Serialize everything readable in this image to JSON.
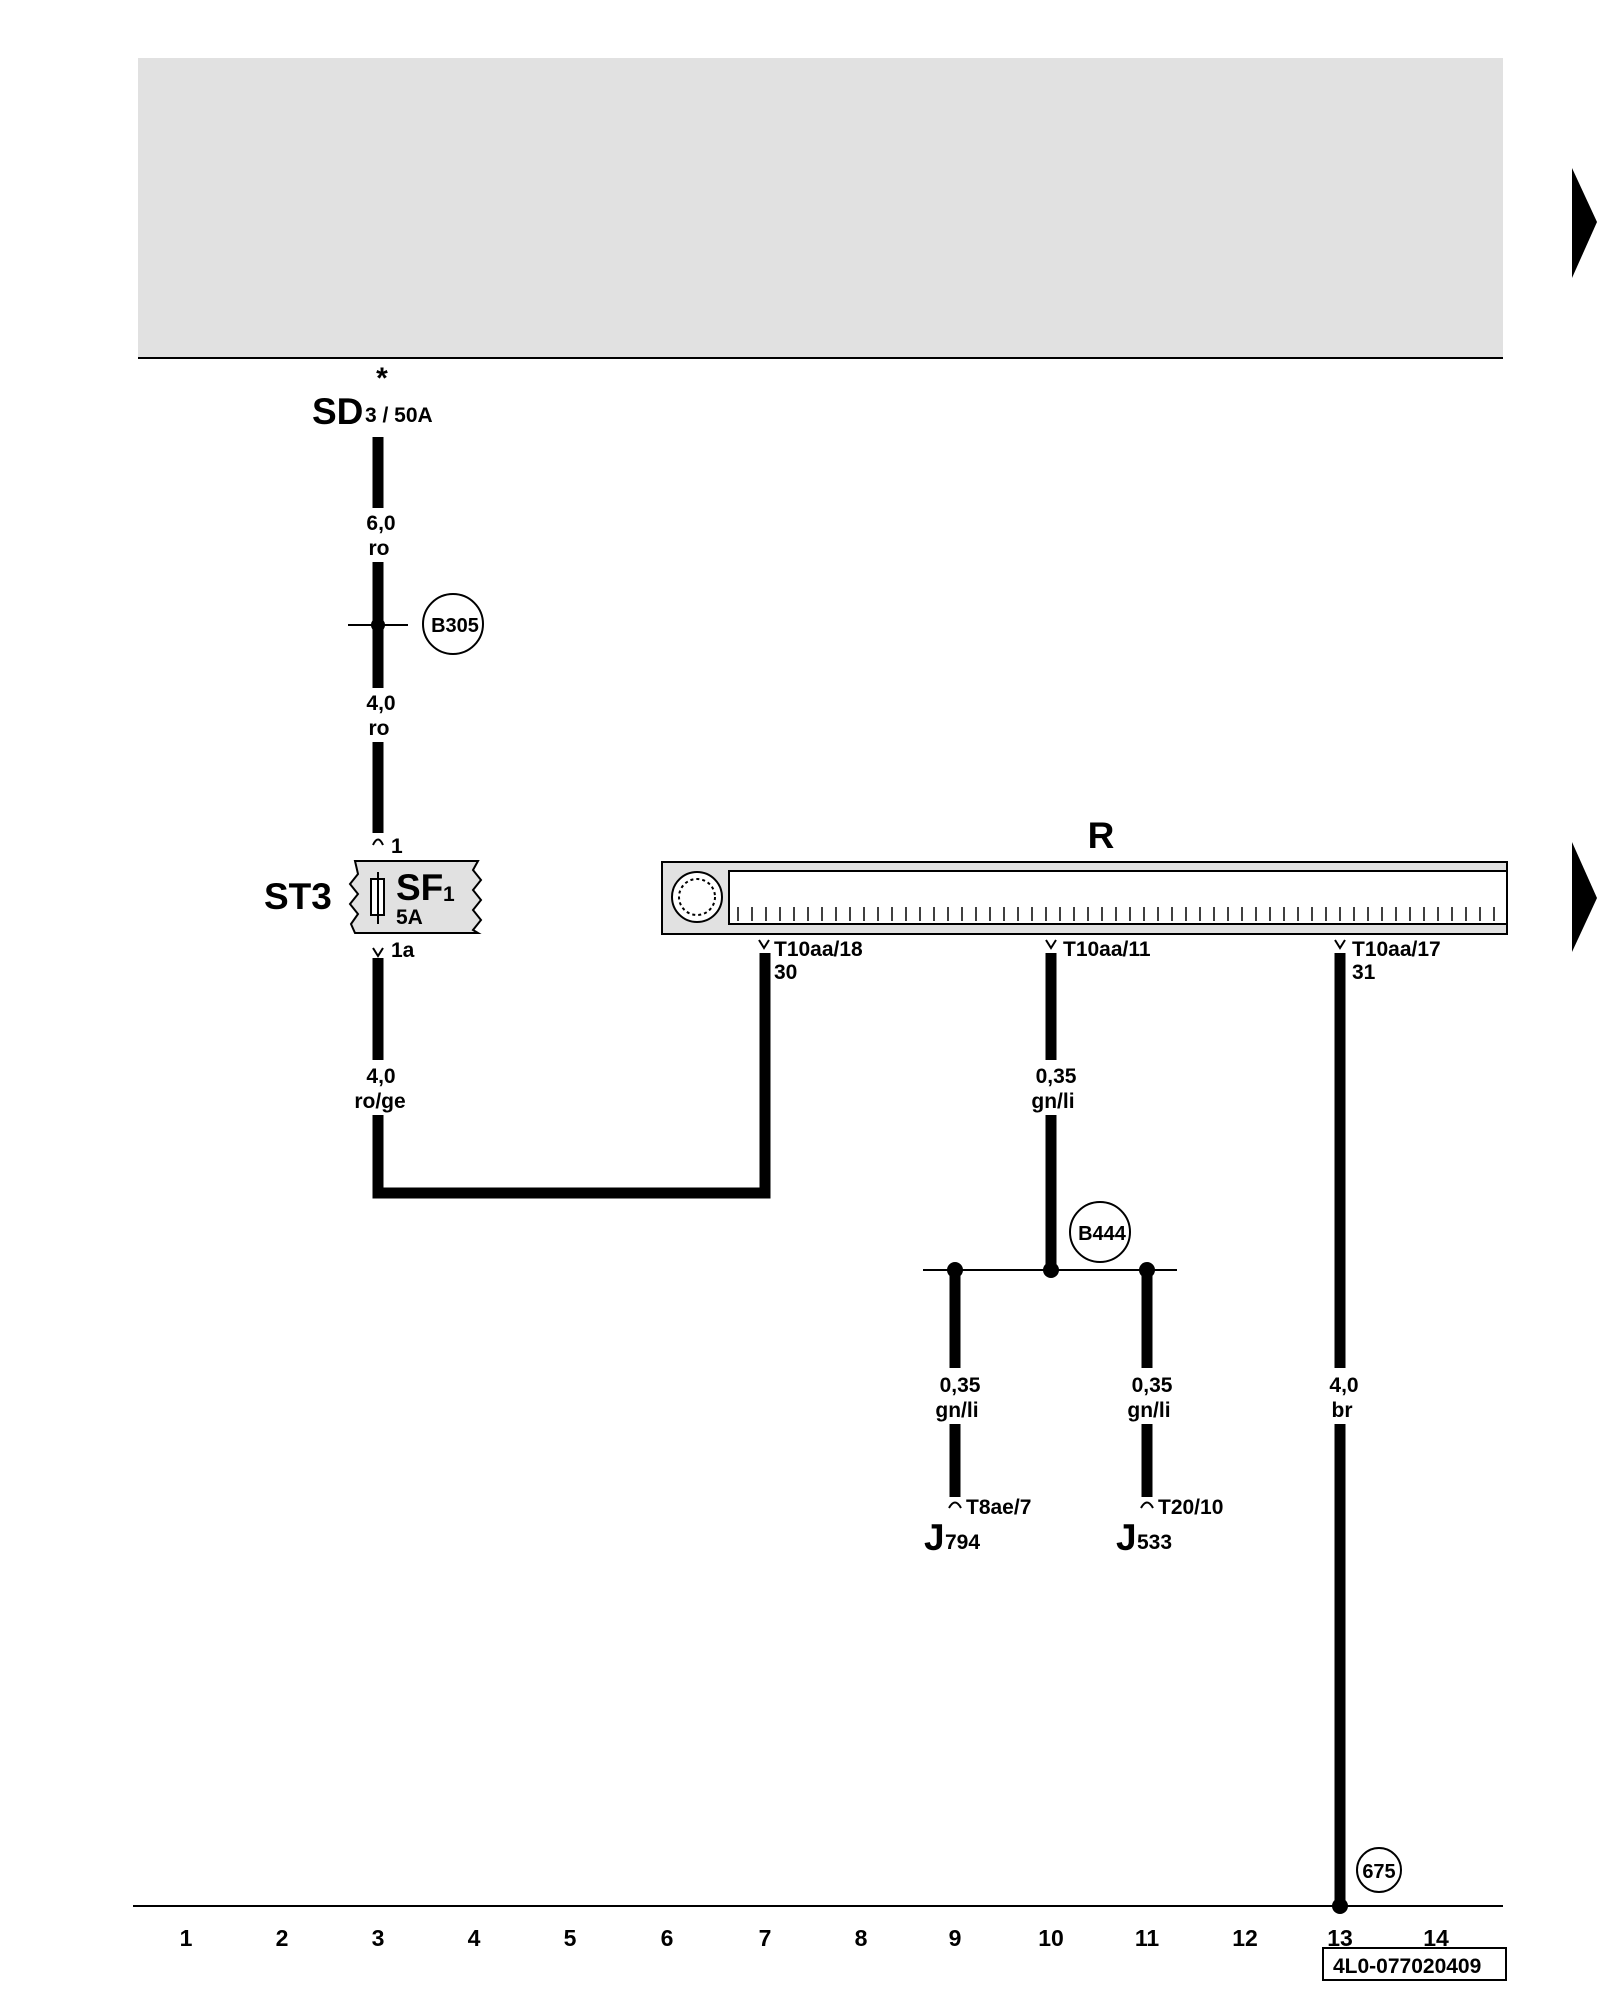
{
  "components": {
    "sd": {
      "label": "SD",
      "sub": "3 / 50A",
      "marker": "*"
    },
    "st3": {
      "label": "ST3"
    },
    "sf": {
      "label": "SF",
      "sub": "1",
      "rating": "5A",
      "pin_in": "1",
      "pin_out": "1a"
    },
    "r": {
      "label": "R"
    },
    "j794": {
      "label": "J",
      "sub": "794"
    },
    "j533": {
      "label": "J",
      "sub": "533"
    }
  },
  "connectors": {
    "r_pin_30": {
      "code": "T10aa/18",
      "terminal": "30"
    },
    "r_pin_11": {
      "code": "T10aa/11"
    },
    "r_pin_31": {
      "code": "T10aa/17",
      "terminal": "31"
    },
    "j794_pin": {
      "code": "T8ae/7"
    },
    "j533_pin": {
      "code": "T20/10"
    }
  },
  "wires": {
    "sd_b305": {
      "size": "6,0",
      "color": "ro"
    },
    "b305_sf": {
      "size": "4,0",
      "color": "ro"
    },
    "sf_r": {
      "size": "4,0",
      "color": "ro/ge"
    },
    "r_b444": {
      "size": "0,35",
      "color": "gn/li"
    },
    "b444_j794": {
      "size": "0,35",
      "color": "gn/li"
    },
    "b444_j533": {
      "size": "0,35",
      "color": "gn/li"
    },
    "r_ground": {
      "size": "4,0",
      "color": "br"
    }
  },
  "splices": {
    "b305": "B305",
    "b444": "B444"
  },
  "ground": {
    "id": "675"
  },
  "column_numbers": [
    "1",
    "2",
    "3",
    "4",
    "5",
    "6",
    "7",
    "8",
    "9",
    "10",
    "11",
    "12",
    "13",
    "14"
  ],
  "footer": {
    "code": "4L0-077020409"
  },
  "colors": {
    "header_band": "#e1e1e1",
    "line": "#000000",
    "component_fill": "#e1e1e1"
  }
}
